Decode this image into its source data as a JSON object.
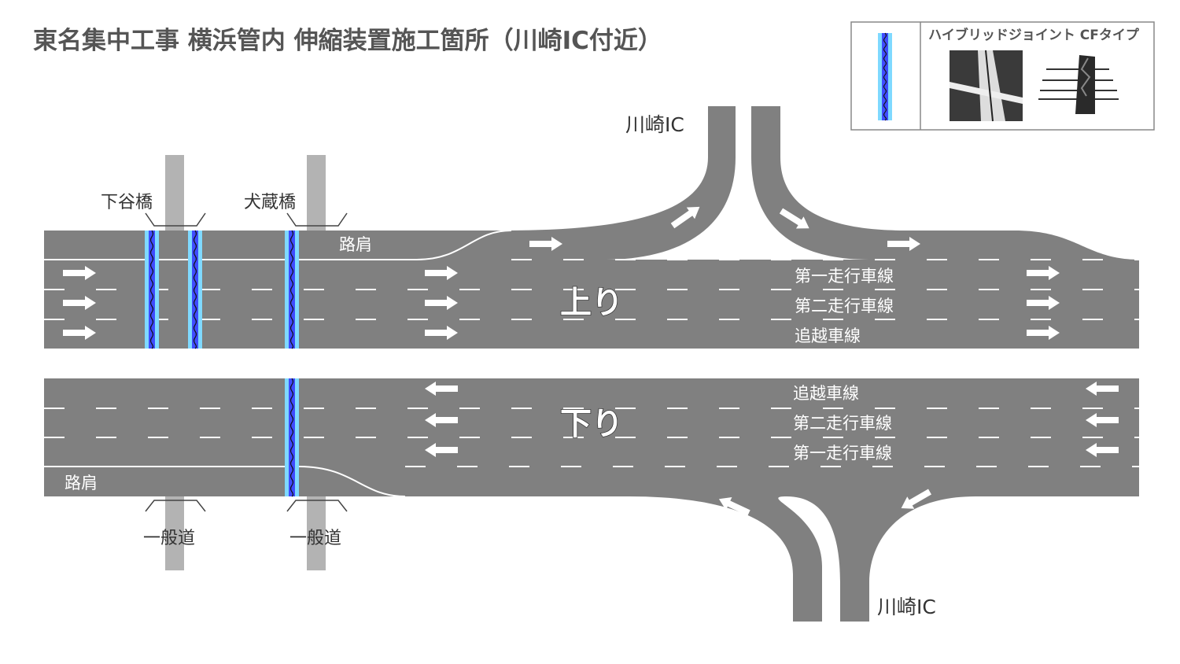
{
  "title": "東名集中工事 横浜管内 伸縮装置施工箇所（川崎IC付近）",
  "legend": {
    "label": "ハイブリッドジョイント CFタイプ"
  },
  "interchange": {
    "top": "川崎IC",
    "bottom": "川崎IC"
  },
  "bridges": {
    "shimoya": "下谷橋",
    "inukura": "犬蔵橋"
  },
  "underpass": {
    "left": "一般道",
    "right": "一般道"
  },
  "upbound": {
    "name": "上り",
    "shoulder": "路肩",
    "lanes": [
      "第一走行車線",
      "第二走行車線",
      "追越車線"
    ]
  },
  "downbound": {
    "name": "下り",
    "shoulder": "路肩",
    "lanes": [
      "追越車線",
      "第二走行車線",
      "第一走行車線"
    ]
  },
  "colors": {
    "road": "#808080",
    "joint_outer": "#7fd9ff",
    "joint_inner": "#3f4cff",
    "bridge": "#b3b3b3"
  }
}
